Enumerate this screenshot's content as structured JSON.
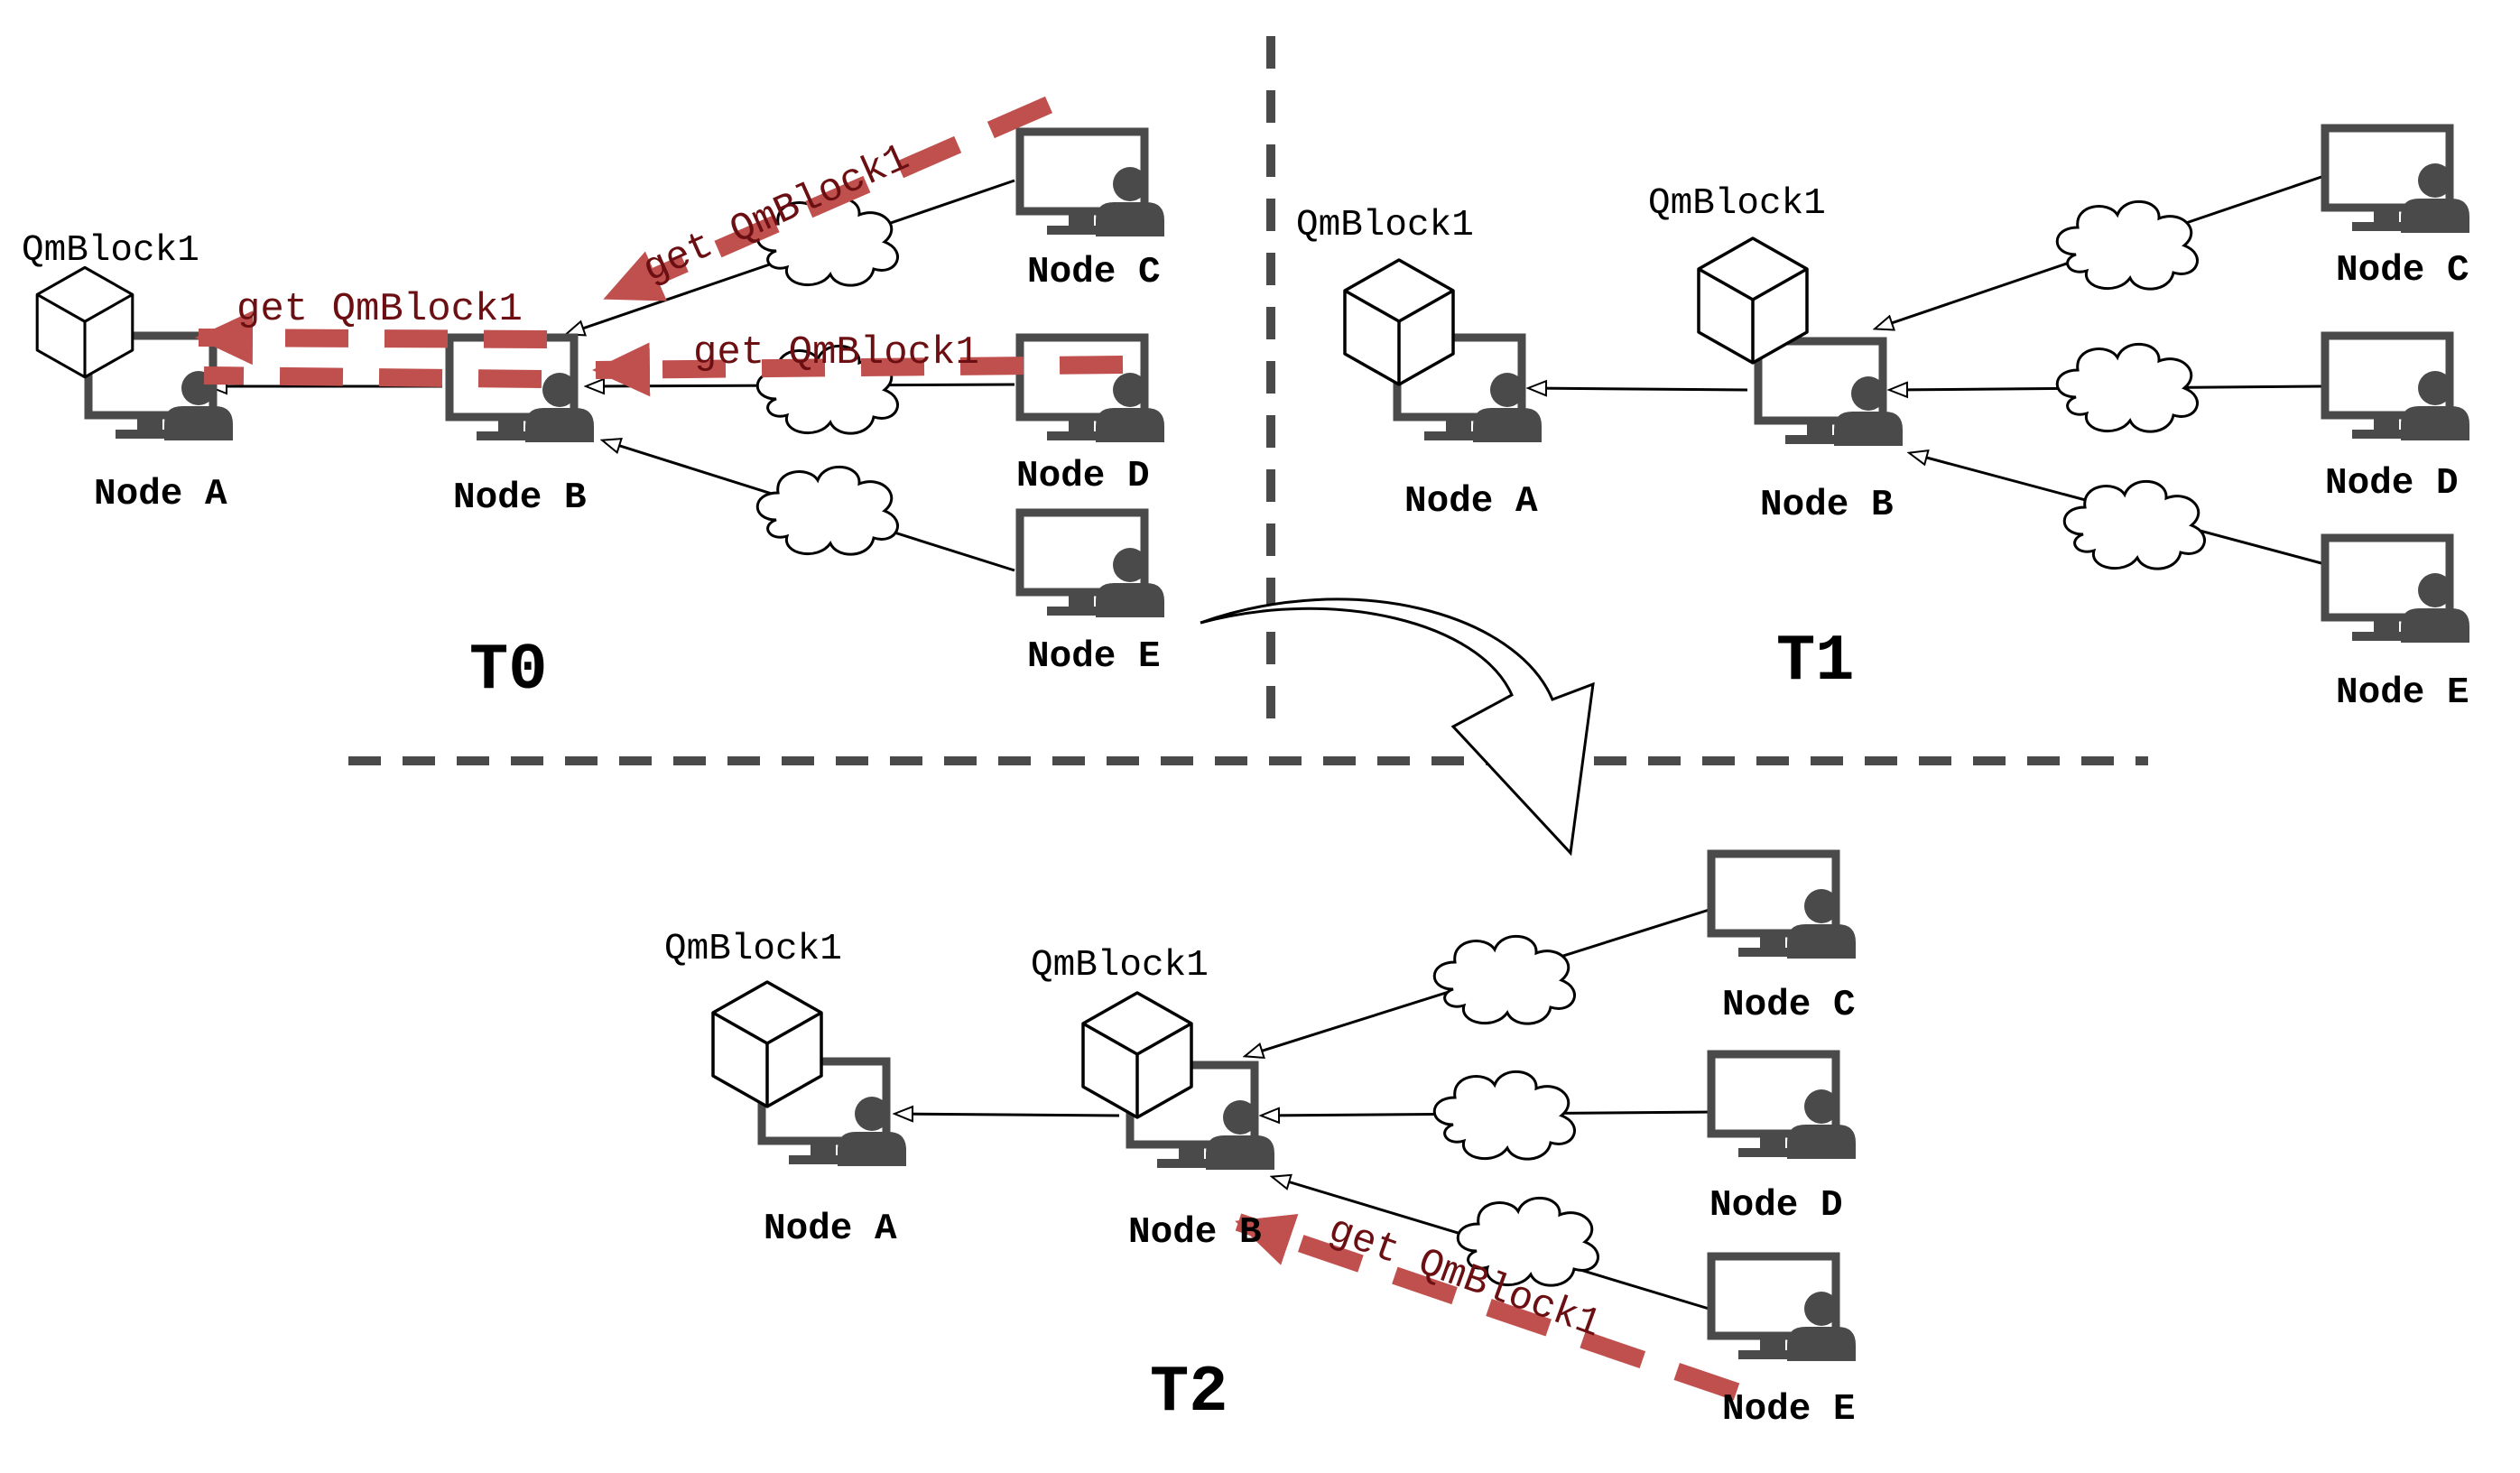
{
  "colors": {
    "monitor": "#4a4a4a",
    "request": "#c0504d",
    "request_text": "#6b0f12",
    "separator": "#4a4a4a",
    "line": "#000000",
    "background": "#ffffff"
  },
  "icons": {
    "node": "computer-user-icon",
    "block": "cube-icon",
    "network": "cloud-icon",
    "transition": "curved-arrow-icon"
  },
  "block_name": "QmBlock1",
  "request_text": "get QmBlock1",
  "panels": {
    "t0": {
      "label": "T0",
      "nodes": {
        "a": "Node A",
        "b": "Node B",
        "c": "Node C",
        "d": "Node D",
        "e": "Node E"
      },
      "blocks": [
        "QmBlock1"
      ],
      "requests": [
        "get QmBlock1",
        "get QmBlock1",
        "get QmBlock1"
      ]
    },
    "t1": {
      "label": "T1",
      "nodes": {
        "a": "Node A",
        "b": "Node B",
        "c": "Node C",
        "d": "Node D",
        "e": "Node E"
      },
      "blocks": [
        "QmBlock1",
        "QmBlock1"
      ]
    },
    "t2": {
      "label": "T2",
      "nodes": {
        "a": "Node A",
        "b": "Node B",
        "c": "Node C",
        "d": "Node D",
        "e": "Node E"
      },
      "blocks": [
        "QmBlock1",
        "QmBlock1"
      ],
      "requests": [
        "get QmBlock1"
      ]
    }
  }
}
